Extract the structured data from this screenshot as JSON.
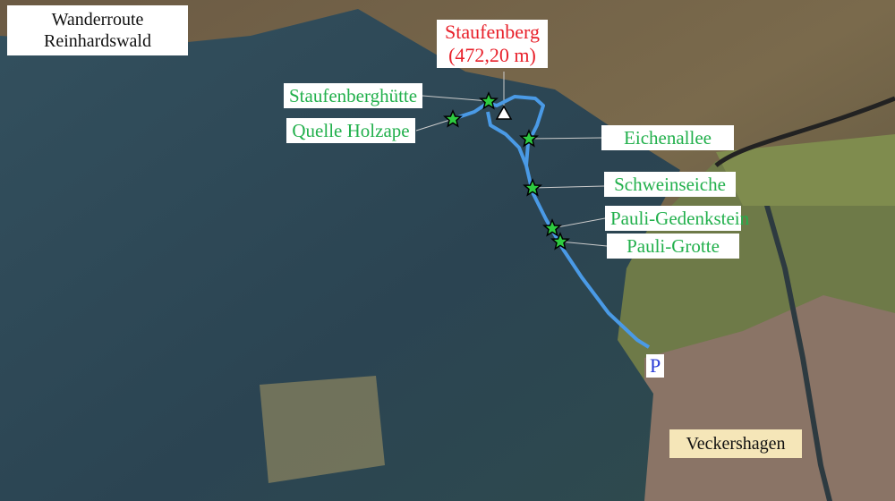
{
  "title": {
    "line1": "Wanderroute",
    "line2": "Reinhardswald"
  },
  "summit": {
    "name": "Staufenberg",
    "elevation": "(472,20 m)",
    "color": "#e8202a"
  },
  "waypoints": [
    {
      "name": "Staufenberghütte"
    },
    {
      "name": "Quelle Holzape"
    },
    {
      "name": "Eichenallee"
    },
    {
      "name": "Schweinseiche"
    },
    {
      "name": "Pauli-Gedenkstein"
    },
    {
      "name": "Pauli-Grotte"
    }
  ],
  "parking": {
    "label": "P",
    "color": "#2a3bd6"
  },
  "town": {
    "name": "Veckershagen"
  },
  "colors": {
    "route": "#4a9ae6",
    "waypoint": "#2ecc40",
    "label_text": "#22b04c"
  }
}
